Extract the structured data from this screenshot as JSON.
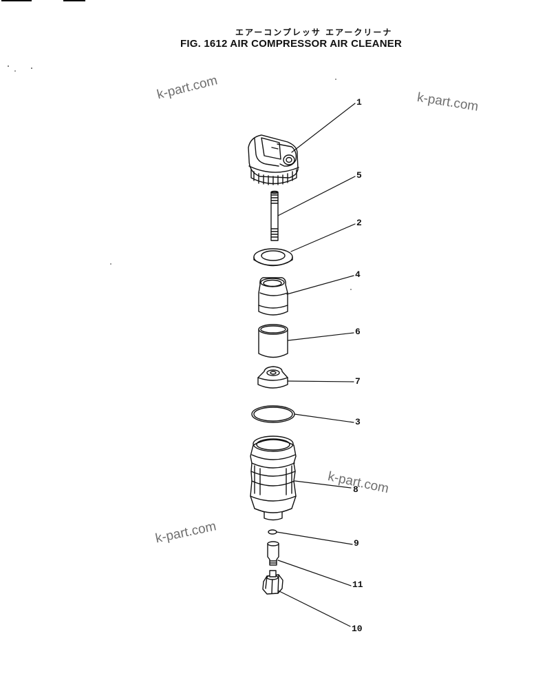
{
  "figure": {
    "title_jp": "エアーコンプレッサ エアークリーナ",
    "title_en": "FIG. 1612  AIR COMPRESSOR AIR CLEANER"
  },
  "watermarks": [
    "k-part.com",
    "k-part.com",
    "k-part.com",
    "k-part.com"
  ],
  "callouts": [
    "1",
    "5",
    "2",
    "4",
    "6",
    "7",
    "3",
    "8",
    "9",
    "11",
    "10"
  ],
  "parts": [
    "head",
    "stud",
    "washer",
    "cup",
    "element",
    "cap",
    "o-ring",
    "bowl",
    "small-o-ring",
    "fitting",
    "drain-plug"
  ]
}
